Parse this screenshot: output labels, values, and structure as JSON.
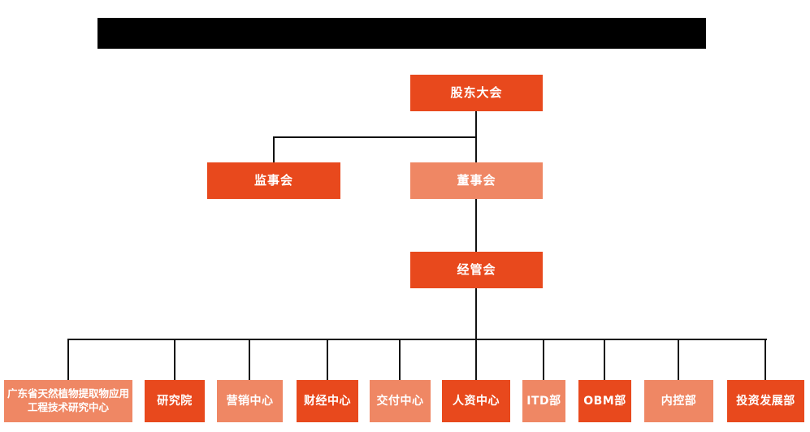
{
  "colors": {
    "primary": "#E8491D",
    "secondary": "#EF8764",
    "line": "#111111",
    "node_text": "#FFFFFF",
    "redacted_bar": "#000000"
  },
  "header": {
    "redacted": true
  },
  "org_chart": {
    "root": {
      "label": "股东大会"
    },
    "level2": [
      {
        "label": "监事会"
      },
      {
        "label": "董事会"
      }
    ],
    "level3": {
      "label": "经管会"
    },
    "departments": [
      {
        "label": "广东省天然植物提取物应用工程技术研究中心"
      },
      {
        "label": "研究院"
      },
      {
        "label": "营销中心"
      },
      {
        "label": "财经中心"
      },
      {
        "label": "交付中心"
      },
      {
        "label": "人资中心"
      },
      {
        "label": "ITD部"
      },
      {
        "label": "OBM部"
      },
      {
        "label": "内控部"
      },
      {
        "label": "投资发展部"
      }
    ]
  }
}
